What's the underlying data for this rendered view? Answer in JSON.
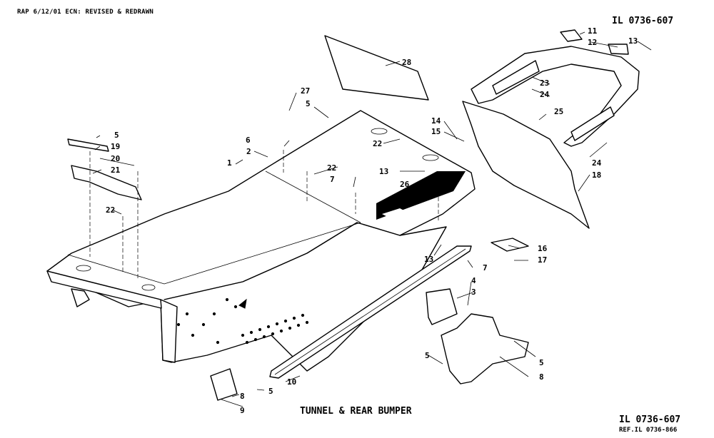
{
  "header": {
    "ecn_note": "RAP 6/12/01 ECN: REVISED & REDRAWN",
    "illustration_id_top": "IL 0736-607"
  },
  "footer": {
    "illustration_id_bottom": "IL 0736-607",
    "reference": "REF.IL 0736-866"
  },
  "title": "TUNNEL & REAR BUMPER",
  "callouts": [
    {
      "num": "1"
    },
    {
      "num": "2"
    },
    {
      "num": "3"
    },
    {
      "num": "4"
    },
    {
      "num": "5"
    },
    {
      "num": "5"
    },
    {
      "num": "5"
    },
    {
      "num": "5"
    },
    {
      "num": "5"
    },
    {
      "num": "6"
    },
    {
      "num": "7"
    },
    {
      "num": "7"
    },
    {
      "num": "8"
    },
    {
      "num": "8"
    },
    {
      "num": "9"
    },
    {
      "num": "10"
    },
    {
      "num": "11"
    },
    {
      "num": "12"
    },
    {
      "num": "13"
    },
    {
      "num": "13"
    },
    {
      "num": "13"
    },
    {
      "num": "14"
    },
    {
      "num": "15"
    },
    {
      "num": "16"
    },
    {
      "num": "17"
    },
    {
      "num": "18"
    },
    {
      "num": "19"
    },
    {
      "num": "20"
    },
    {
      "num": "21"
    },
    {
      "num": "22"
    },
    {
      "num": "22"
    },
    {
      "num": "22"
    },
    {
      "num": "23"
    },
    {
      "num": "24"
    },
    {
      "num": "24"
    },
    {
      "num": "25"
    },
    {
      "num": "26"
    },
    {
      "num": "27"
    },
    {
      "num": "28"
    }
  ]
}
